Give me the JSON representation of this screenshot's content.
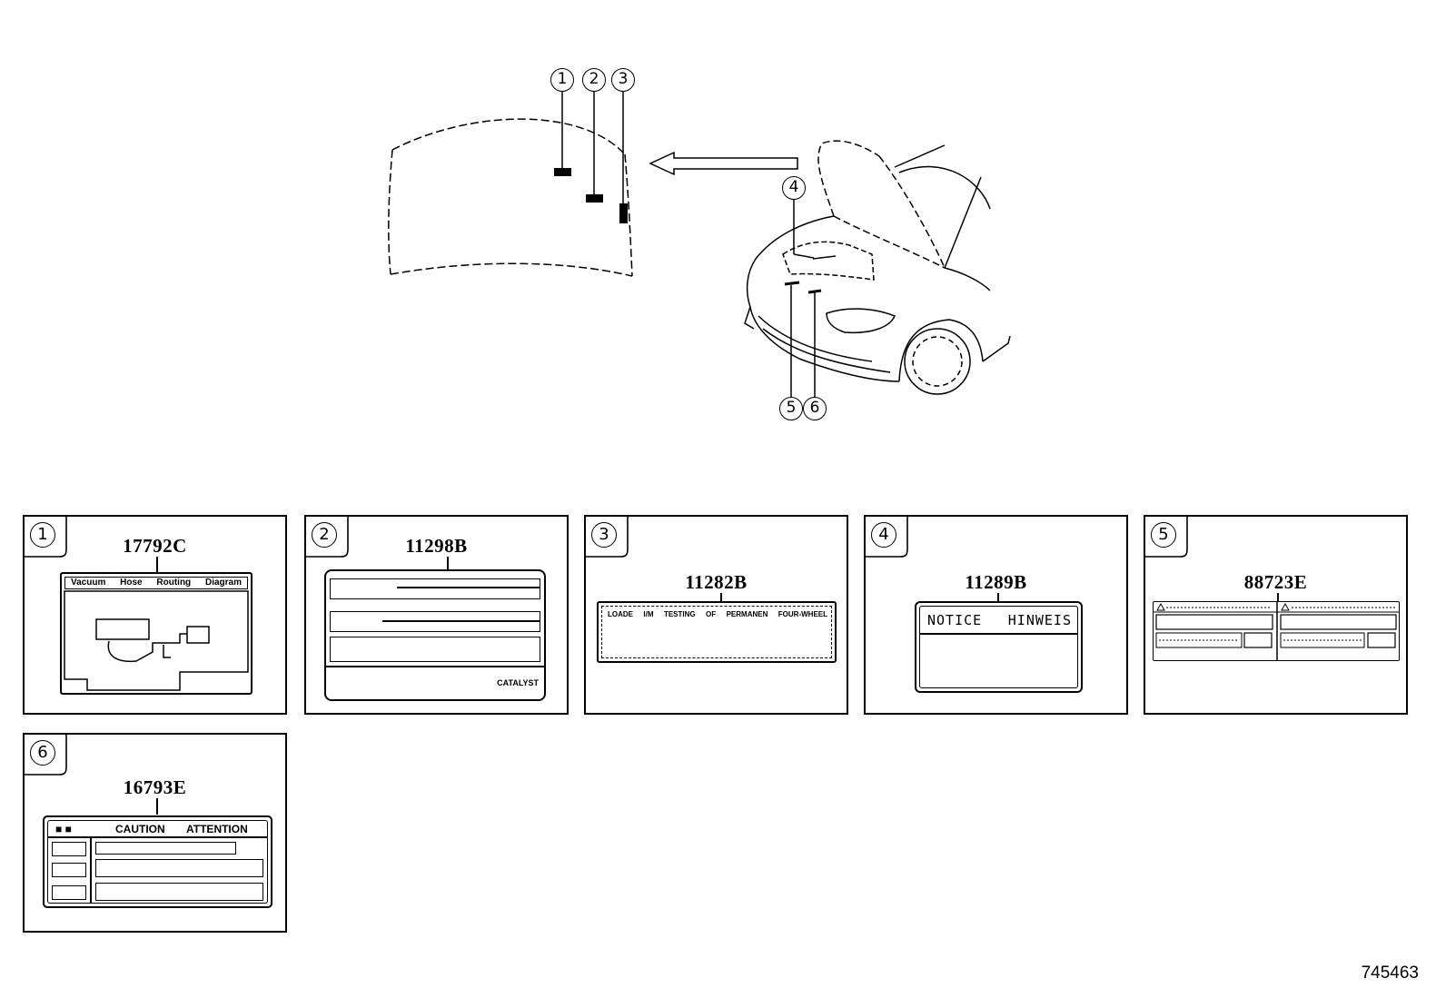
{
  "overview": {
    "callouts": [
      "1",
      "2",
      "3",
      "4",
      "5",
      "6"
    ]
  },
  "panels": [
    {
      "index": "1",
      "part_number": "17792C",
      "label_text": [
        "Vacuum",
        "Hose",
        "Routing",
        "Diagram"
      ]
    },
    {
      "index": "2",
      "part_number": "11298B",
      "label_text": [
        "CATALYST"
      ]
    },
    {
      "index": "3",
      "part_number": "11282B",
      "label_text": [
        "LOADE",
        "I/M",
        "TESTING",
        "OF",
        "PERMANEN",
        "FOUR-WHEEL"
      ]
    },
    {
      "index": "4",
      "part_number": "11289B",
      "label_text": [
        "NOTICE",
        "HINWEIS"
      ]
    },
    {
      "index": "5",
      "part_number": "88723E",
      "label_text": []
    },
    {
      "index": "6",
      "part_number": "16793E",
      "label_text": [
        "CAUTION",
        "ATTENTION"
      ]
    }
  ],
  "reference_number": "745463"
}
